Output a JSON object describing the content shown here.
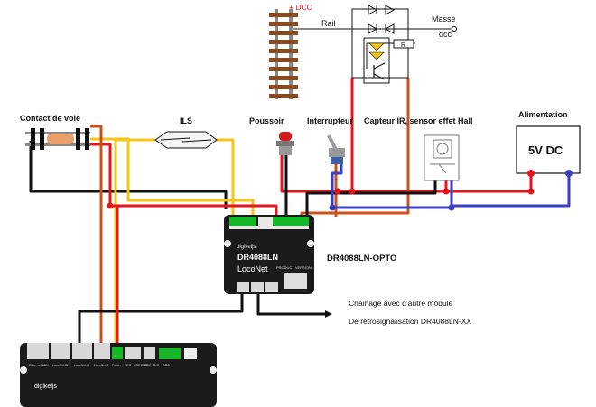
{
  "labels": {
    "dcc_plus": "+ DCC",
    "rail": "Rail",
    "masse": "Masse",
    "dcc": "dcc",
    "resistor": "R",
    "contact_de_voie": "Contact de voie",
    "ils": "ILS",
    "poussoir": "Poussoir",
    "interrupteur": "Interrupteur",
    "capteur": "Capteur IR, sensor effet Hall",
    "alimentation": "Alimentation",
    "alim_value": "5V DC",
    "module_name": "DR4088LN-OPTO",
    "chainage_line1": "Chainage avec d’autre module",
    "chainage_line2": "De rétrosignalisation DR4088LN-XX"
  },
  "module": {
    "brand": "digikeijs",
    "model": "DR4088LN",
    "bus": "LocoNet",
    "version_label": "PRODUCT VERSION"
  },
  "command_station": {
    "brand": "digikeijs",
    "ports": [
      "Ethernet LAN",
      "LocoNet B",
      "LocoNet R",
      "LocoNet T",
      "Power",
      "RS+ / SE BUS",
      "CDE BUS",
      "DCC"
    ]
  },
  "colors": {
    "red": "#e8141b",
    "yellow": "#f5c518",
    "orange": "#c8531a",
    "blue": "#3b3fc4",
    "black": "#111111",
    "green": "#16b82a",
    "track_wood": "#8b4a1e"
  }
}
